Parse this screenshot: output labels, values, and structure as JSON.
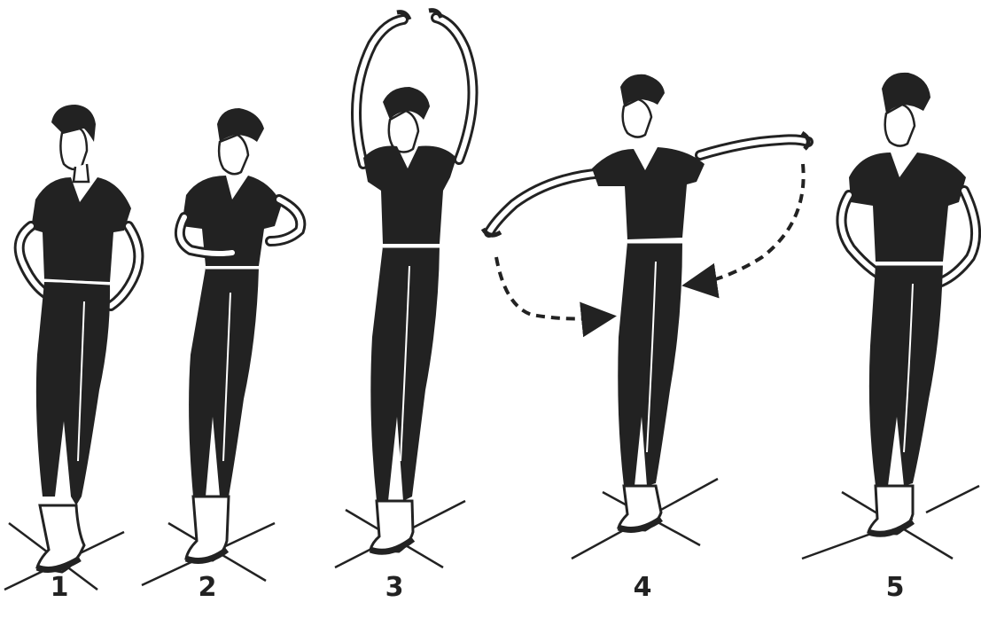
{
  "figures": [
    {
      "label": "1",
      "pose": "arms-on-hips"
    },
    {
      "label": "2",
      "pose": "arms-on-hips"
    },
    {
      "label": "3",
      "pose": "arms-raised-overhead"
    },
    {
      "label": "4",
      "pose": "arms-to-side-with-circular-motion"
    },
    {
      "label": "5",
      "pose": "arms-on-hips"
    }
  ],
  "colors": {
    "ink": "#222222",
    "paper": "#ffffff",
    "skin": "#ffffff"
  }
}
